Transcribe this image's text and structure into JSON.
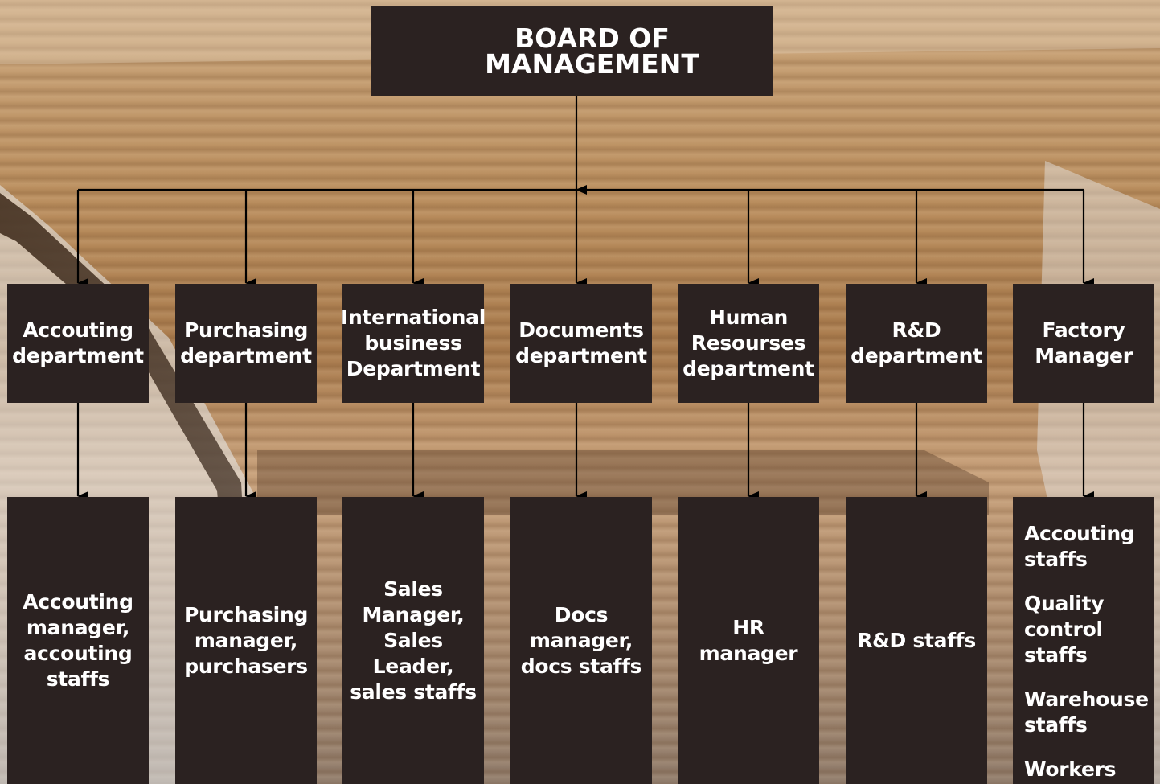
{
  "board": {
    "title": "BOARD OF MANAGEMENT"
  },
  "departments": [
    {
      "name": "Accouting\ndepartment",
      "staff": "Accouting\nmanager,\naccouting\nstaffs"
    },
    {
      "name": "Purchasing\ndepartment",
      "staff": "Purchasing\nmanager,\npurchasers"
    },
    {
      "name": "International\nbusiness\nDepartment",
      "staff": "Sales\nManager,\nSales\nLeader,\nsales staffs"
    },
    {
      "name": "Documents\ndepartment",
      "staff": "Docs\nmanager,\ndocs staffs"
    },
    {
      "name": "Human\nResourses\ndepartment",
      "staff": "HR manager"
    },
    {
      "name": "R&D\ndepartment",
      "staff": "R&D staffs"
    },
    {
      "name": "Factory\nManager"
    }
  ],
  "factory_staff": [
    "Accouting\nstaffs",
    "Quality\ncontrol staffs",
    "Warehouse\nstaffs",
    "Workers"
  ],
  "colors": {
    "box": "#2b2221",
    "text": "#ffffff",
    "line": "#000000"
  }
}
